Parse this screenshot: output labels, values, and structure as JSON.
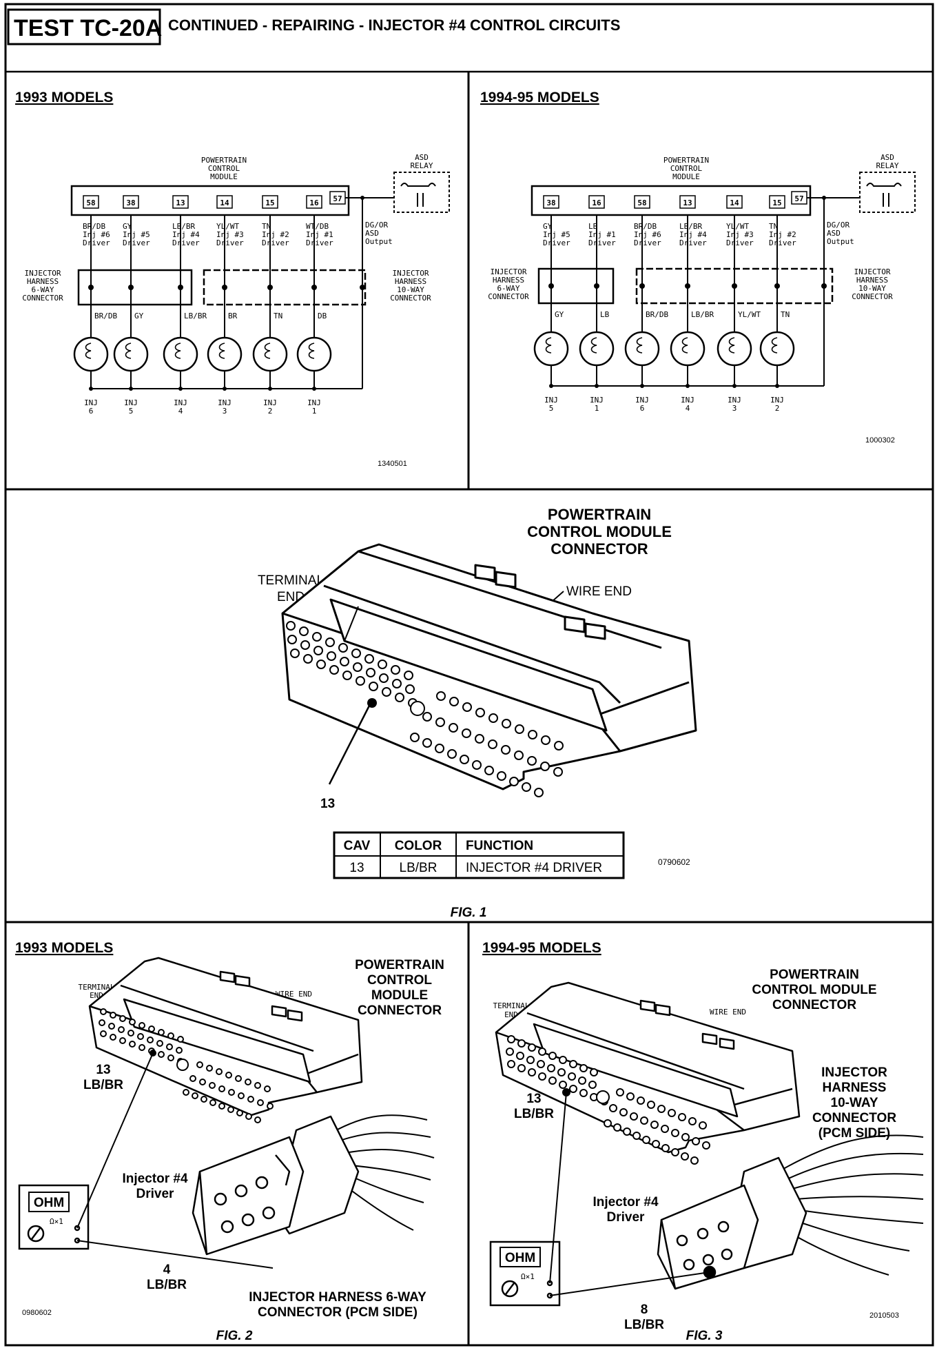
{
  "header": {
    "test_id": "TEST TC-20A",
    "title": "CONTINUED - REPAIRING - INJECTOR #4 CONTROL CIRCUITS"
  },
  "panel_1993": {
    "heading": "1993 MODELS",
    "pcm_label": [
      "POWERTRAIN",
      "CONTROL",
      "MODULE"
    ],
    "asd_label": [
      "ASD",
      "RELAY"
    ],
    "pins": [
      "58",
      "38",
      "13",
      "14",
      "15",
      "16",
      "57"
    ],
    "wires": [
      {
        "color": "BR/DB",
        "desc": [
          "Inj #6",
          "Driver"
        ]
      },
      {
        "color": "GY",
        "desc": [
          "Inj #5",
          "Driver"
        ]
      },
      {
        "color": "LB/BR",
        "desc": [
          "Inj #4",
          "Driver"
        ]
      },
      {
        "color": "YL/WT",
        "desc": [
          "Inj #3",
          "Driver"
        ]
      },
      {
        "color": "TN",
        "desc": [
          "Inj #2",
          "Driver"
        ]
      },
      {
        "color": "WT/DB",
        "desc": [
          "Inj #1",
          "Driver"
        ]
      }
    ],
    "asd_output": [
      "DG/OR",
      "ASD",
      "Output"
    ],
    "left_connector": [
      "INJECTOR",
      "HARNESS",
      "6-WAY",
      "CONNECTOR"
    ],
    "right_connector": [
      "INJECTOR",
      "HARNESS",
      "10-WAY",
      "CONNECTOR"
    ],
    "lower_wires": [
      "BR/DB",
      "GY",
      "LB/BR",
      "BR",
      "TN",
      "DB"
    ],
    "injectors": [
      "6",
      "5",
      "4",
      "3",
      "2",
      "1"
    ],
    "inj_label": "INJ",
    "code": "1340501"
  },
  "panel_1994": {
    "heading": "1994-95 MODELS",
    "pcm_label": [
      "POWERTRAIN",
      "CONTROL",
      "MODULE"
    ],
    "asd_label": [
      "ASD",
      "RELAY"
    ],
    "pins": [
      "38",
      "16",
      "58",
      "13",
      "14",
      "15",
      "57"
    ],
    "wires": [
      {
        "color": "GY",
        "desc": [
          "Inj #5",
          "Driver"
        ]
      },
      {
        "color": "LB",
        "desc": [
          "Inj #1",
          "Driver"
        ]
      },
      {
        "color": "BR/DB",
        "desc": [
          "Inj #6",
          "Driver"
        ]
      },
      {
        "color": "LB/BR",
        "desc": [
          "Inj #4",
          "Driver"
        ]
      },
      {
        "color": "YL/WT",
        "desc": [
          "Inj #3",
          "Driver"
        ]
      },
      {
        "color": "TN",
        "desc": [
          "Inj #2",
          "Driver"
        ]
      }
    ],
    "asd_output": [
      "DG/OR",
      "ASD",
      "Output"
    ],
    "left_connector": [
      "INJECTOR",
      "HARNESS",
      "6-WAY",
      "CONNECTOR"
    ],
    "right_connector": [
      "INJECTOR",
      "HARNESS",
      "10-WAY",
      "CONNECTOR"
    ],
    "lower_wires": [
      "GY",
      "LB",
      "BR/DB",
      "LB/BR",
      "YL/WT",
      "TN"
    ],
    "injectors": [
      "5",
      "1",
      "6",
      "4",
      "3",
      "2"
    ],
    "inj_label": "INJ",
    "code": "1000302"
  },
  "fig1": {
    "title": [
      "POWERTRAIN",
      "CONTROL MODULE",
      "CONNECTOR"
    ],
    "terminal_end": [
      "TERMINAL",
      "END"
    ],
    "wire_end": "WIRE END",
    "callout": "13",
    "table_headers": [
      "CAV",
      "COLOR",
      "FUNCTION"
    ],
    "table_row": [
      "13",
      "LB/BR",
      "INJECTOR #4 DRIVER"
    ],
    "code": "0790602",
    "caption": "FIG. 1"
  },
  "fig2": {
    "heading": "1993 MODELS",
    "title": [
      "POWERTRAIN",
      "CONTROL",
      "MODULE",
      "CONNECTOR"
    ],
    "terminal_end": [
      "TERMINAL",
      "END"
    ],
    "wire_end": "WIRE END",
    "pin_label": [
      "13",
      "LB/BR"
    ],
    "driver_label": [
      "Injector #4",
      "Driver"
    ],
    "meter": "OHM",
    "meter_small": "Ω×1",
    "harness_pin": [
      "4",
      "LB/BR"
    ],
    "harness_label": [
      "INJECTOR HARNESS 6-WAY",
      "CONNECTOR (PCM SIDE)"
    ],
    "code": "0980602",
    "caption": "FIG. 2"
  },
  "fig3": {
    "heading": "1994-95 MODELS",
    "title": [
      "POWERTRAIN",
      "CONTROL MODULE",
      "CONNECTOR"
    ],
    "terminal_end": [
      "TERMINAL",
      "END"
    ],
    "wire_end": "WIRE END",
    "pin_label": [
      "13",
      "LB/BR"
    ],
    "driver_label": [
      "Injector #4",
      "Driver"
    ],
    "meter": "OHM",
    "meter_small": "Ω×1",
    "harness_label": [
      "INJECTOR",
      "HARNESS",
      "10-WAY",
      "CONNECTOR",
      "(PCM SIDE)"
    ],
    "harness_pin": [
      "8",
      "LB/BR"
    ],
    "code": "2010503",
    "caption": "FIG. 3"
  }
}
